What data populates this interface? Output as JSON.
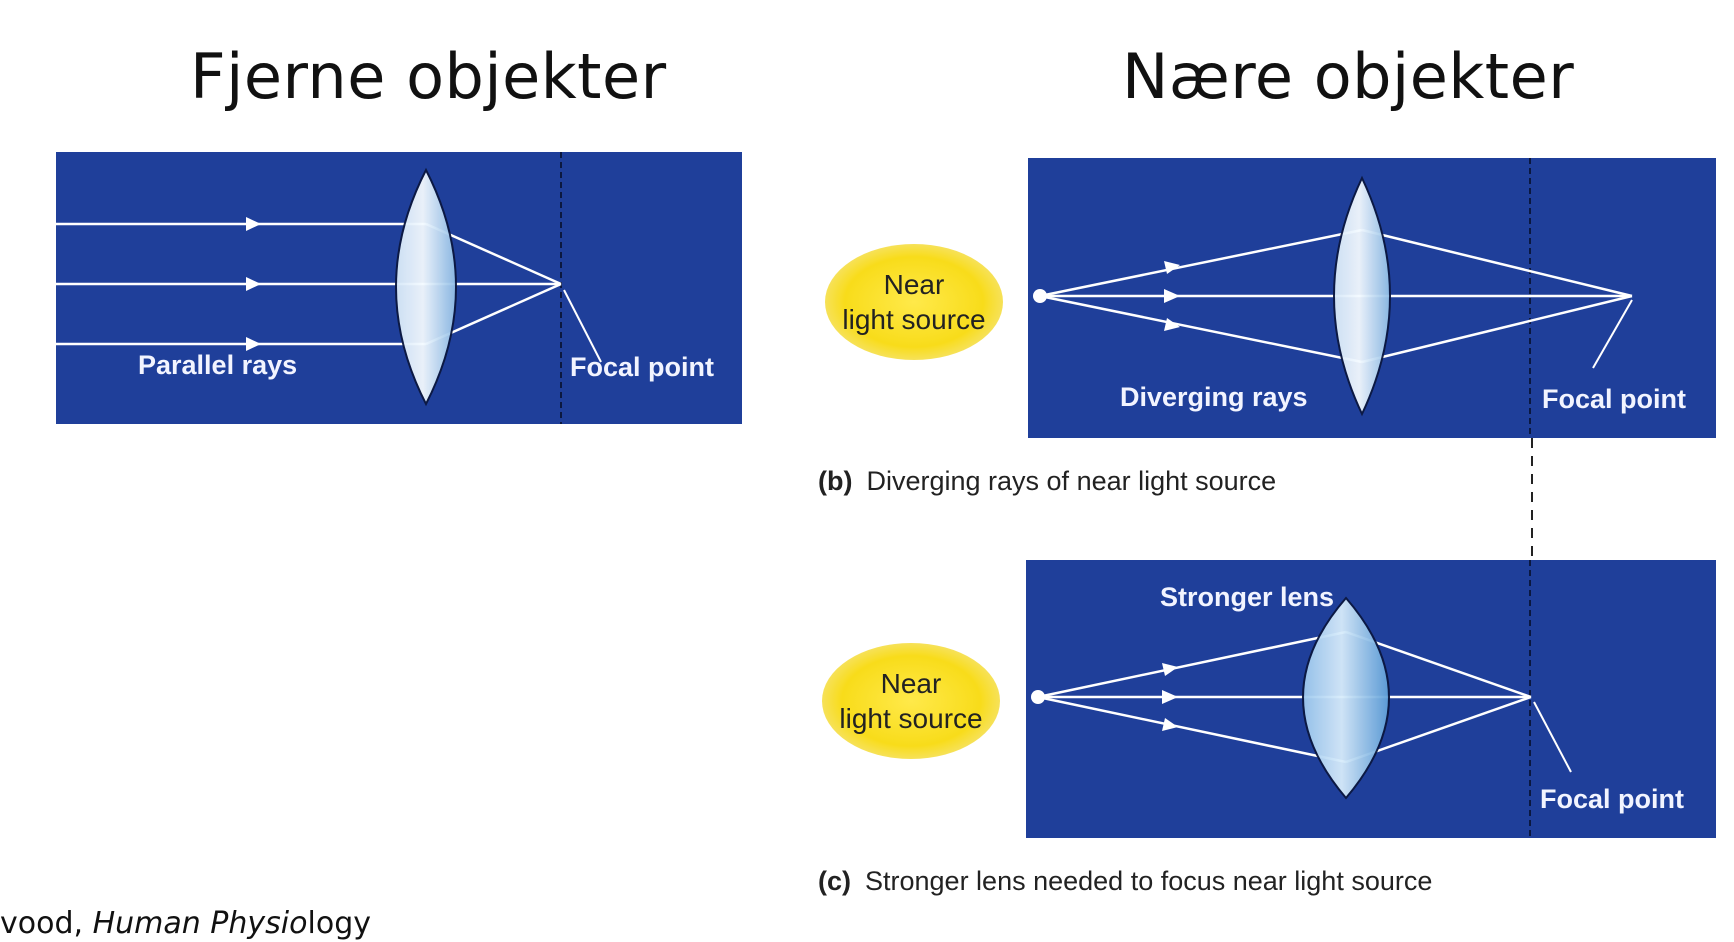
{
  "titles": {
    "left": "Fjerne objekter",
    "right": "Nære objekter"
  },
  "panel_a": {
    "rays_label": "Parallel rays",
    "focal_label": "Focal point"
  },
  "panel_b": {
    "source_line1": "Near",
    "source_line2": "light source",
    "rays_label": "Diverging rays",
    "focal_label": "Focal point",
    "caption_letter": "(b)",
    "caption_text": "Diverging rays of near light source"
  },
  "panel_c": {
    "source_line1": "Near",
    "source_line2": "light source",
    "lens_label": "Stronger lens",
    "focal_label": "Focal point",
    "caption_letter": "(c)",
    "caption_text": "Stronger lens needed to focus near light source"
  },
  "credit": {
    "prefix": "vood, ",
    "italic": "Human Physio",
    "suffix": "logy"
  },
  "colors": {
    "panel_bg": "#1f3f9a",
    "ray": "#ffffff",
    "source": "#f8dc1a",
    "lens": "#b9d8f2"
  }
}
